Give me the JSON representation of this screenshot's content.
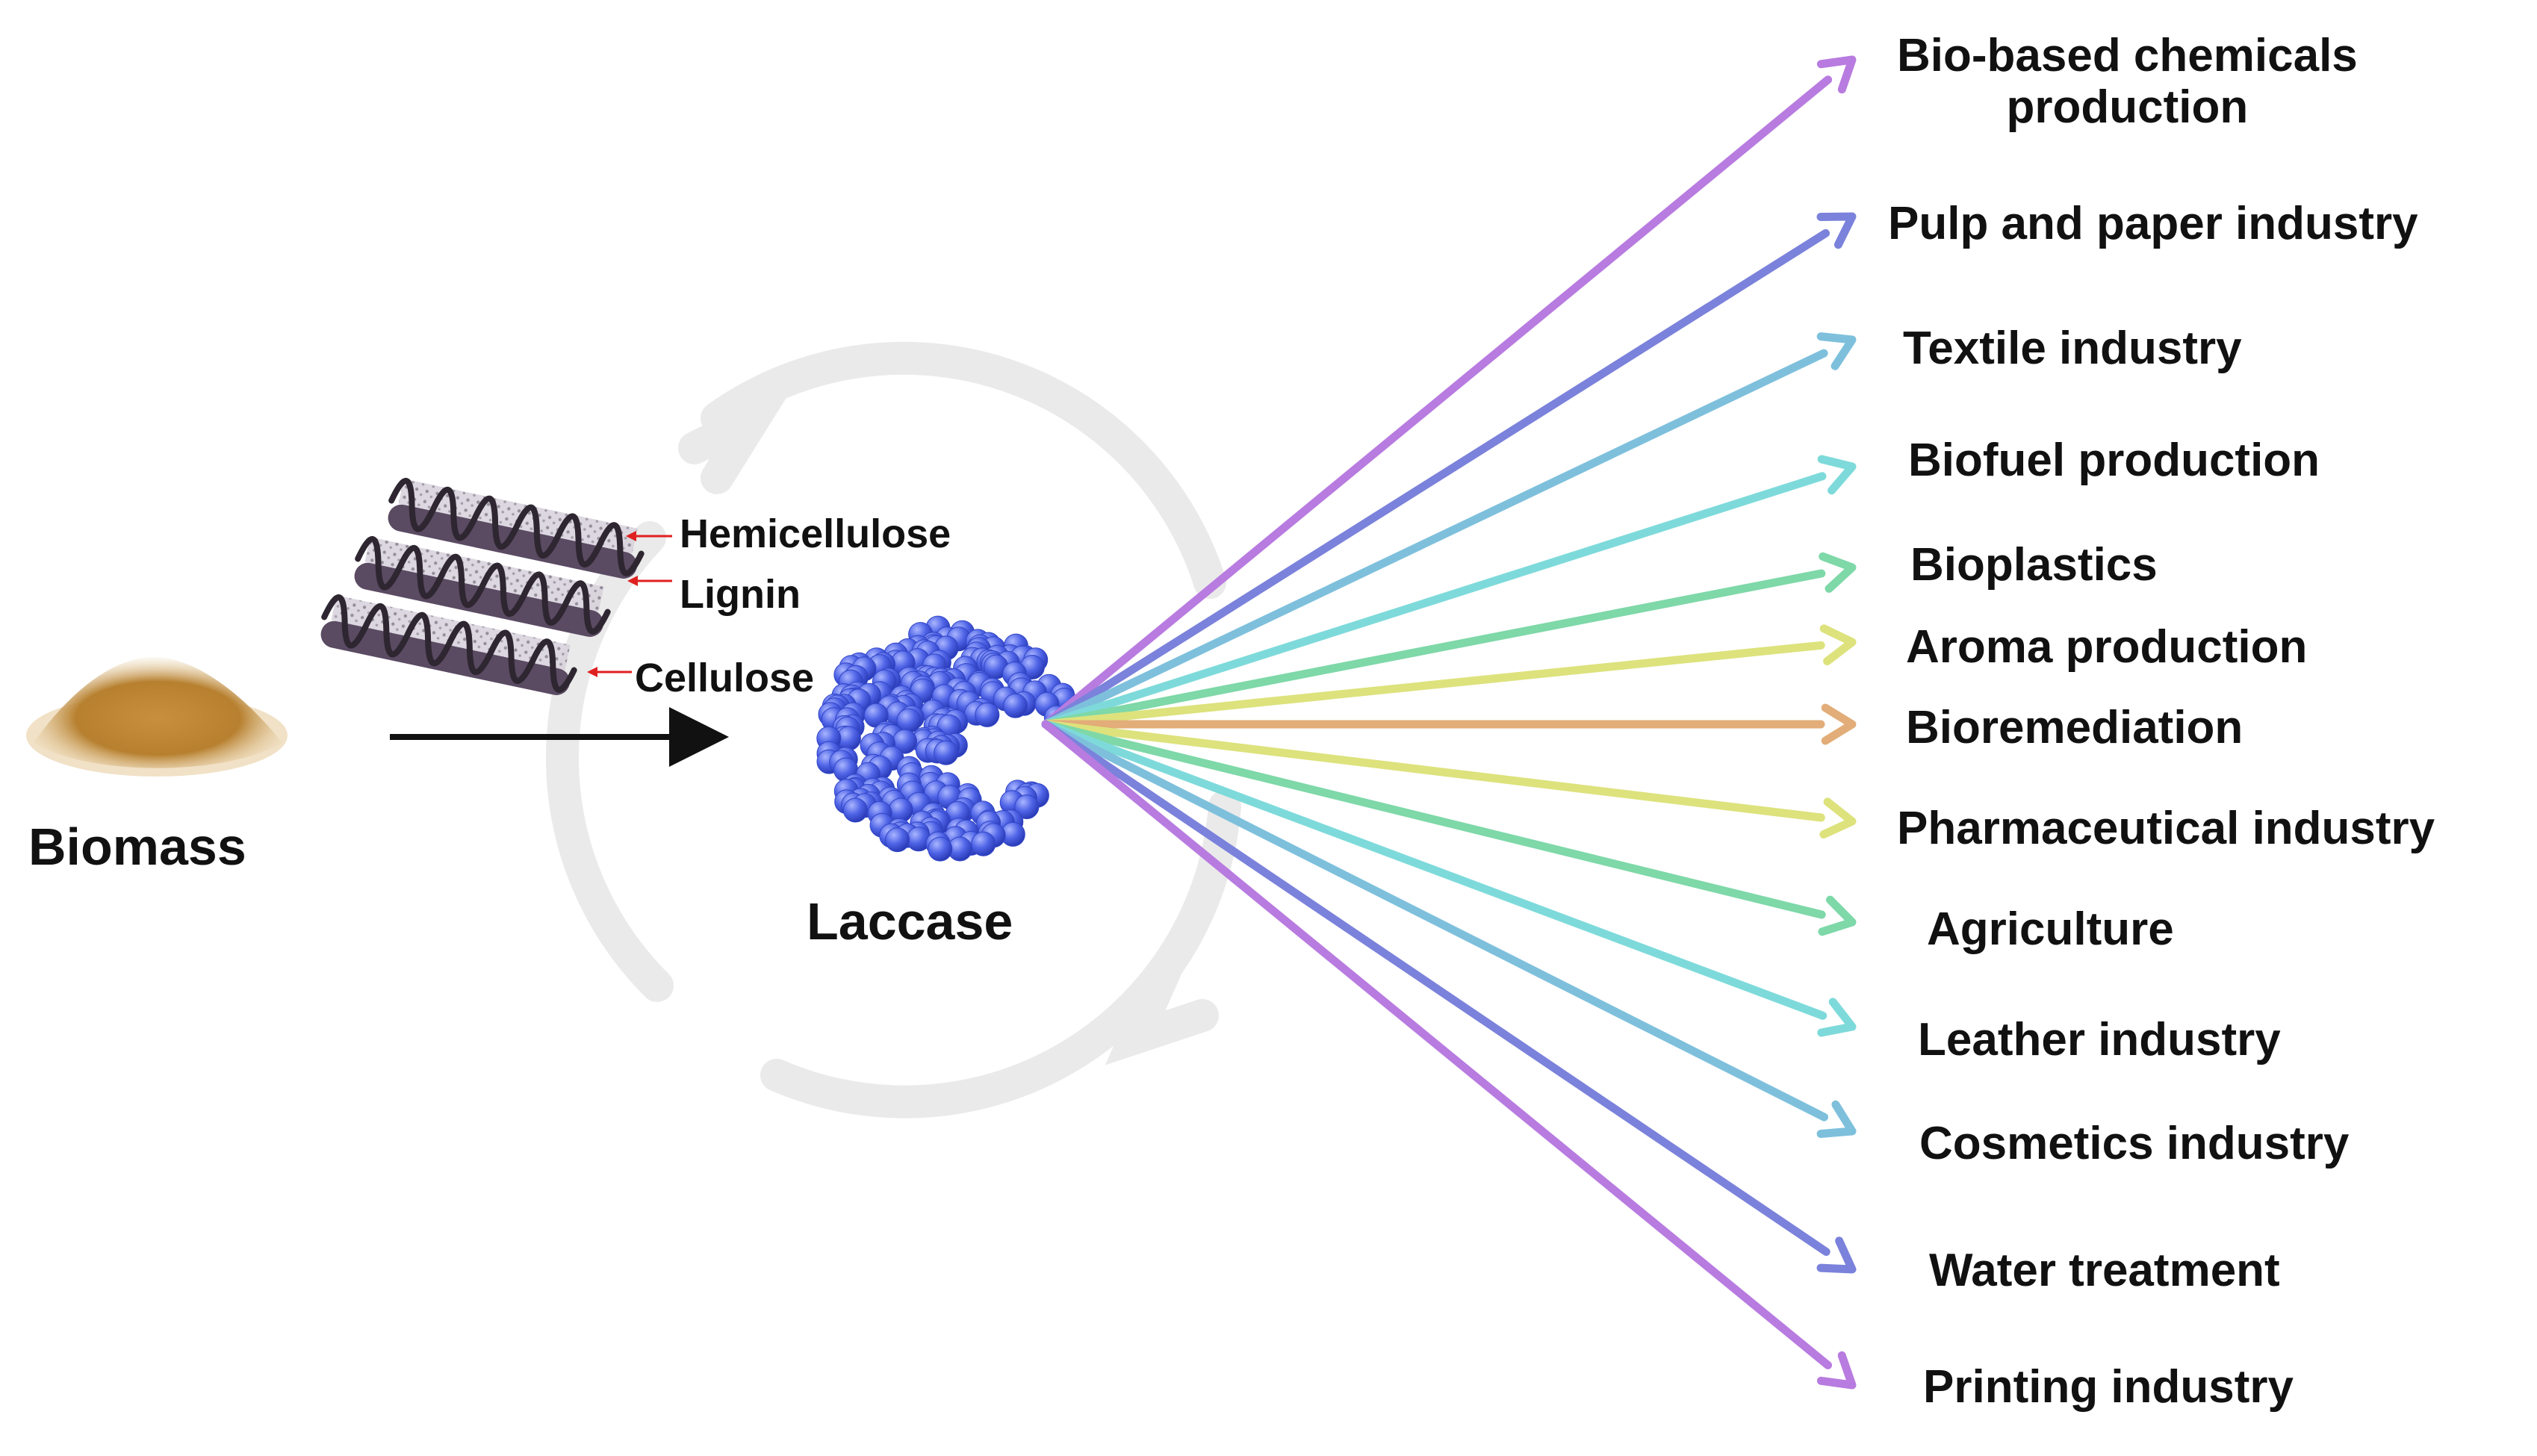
{
  "biomass_label": "Biomass",
  "enzyme_label": "Laccase",
  "components": [
    "Hemicellulose",
    "Lignin",
    "Cellulose"
  ],
  "applications": [
    {
      "label_lines": [
        "Bio-based chemicals",
        "production"
      ],
      "color": "#b87be0"
    },
    {
      "label_lines": [
        "Pulp and paper industry"
      ],
      "color": "#7b82db"
    },
    {
      "label_lines": [
        "Textile industry"
      ],
      "color": "#7ec0dc"
    },
    {
      "label_lines": [
        "Biofuel production"
      ],
      "color": "#7edada"
    },
    {
      "label_lines": [
        "Bioplastics"
      ],
      "color": "#7ed8a8"
    },
    {
      "label_lines": [
        "Aroma production"
      ],
      "color": "#dde27c"
    },
    {
      "label_lines": [
        "Bioremediation"
      ],
      "color": "#e2ad78"
    },
    {
      "label_lines": [
        "Pharmaceutical industry"
      ],
      "color": "#dde27c"
    },
    {
      "label_lines": [
        "Agriculture"
      ],
      "color": "#7ed8a8"
    },
    {
      "label_lines": [
        "Leather industry"
      ],
      "color": "#7edada"
    },
    {
      "label_lines": [
        "Cosmetics industry"
      ],
      "color": "#7ec0dc"
    },
    {
      "label_lines": [
        "Water treatment"
      ],
      "color": "#7b82db"
    },
    {
      "label_lines": [
        "Printing industry"
      ],
      "color": "#b87be0"
    }
  ]
}
